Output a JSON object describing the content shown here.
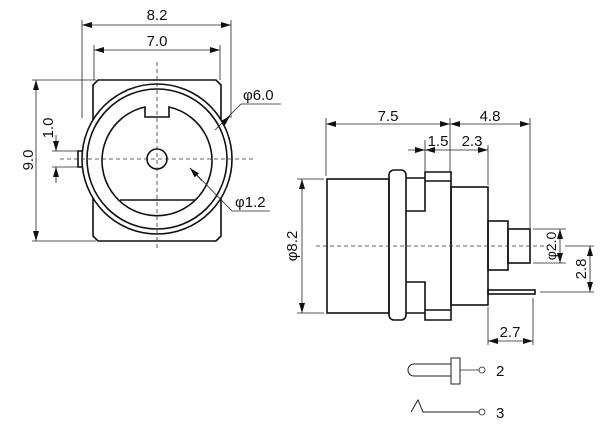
{
  "front_view": {
    "width_outer": "8.2",
    "width_inner": "7.0",
    "height": "9.0",
    "notch": "1.0",
    "outer_diameter": "φ6.0",
    "pin_diameter": "φ1.2"
  },
  "side_view": {
    "body_length": "7.5",
    "rear_length": "4.8",
    "flange_step": "1.5",
    "rear_step": "2.3",
    "body_diameter": "φ8.2",
    "pin_diameter": "φ2.0",
    "lead_offset": "2.8",
    "lead_length": "2.7"
  },
  "legend": {
    "pin2_label": "2",
    "pin3_label": "3"
  }
}
